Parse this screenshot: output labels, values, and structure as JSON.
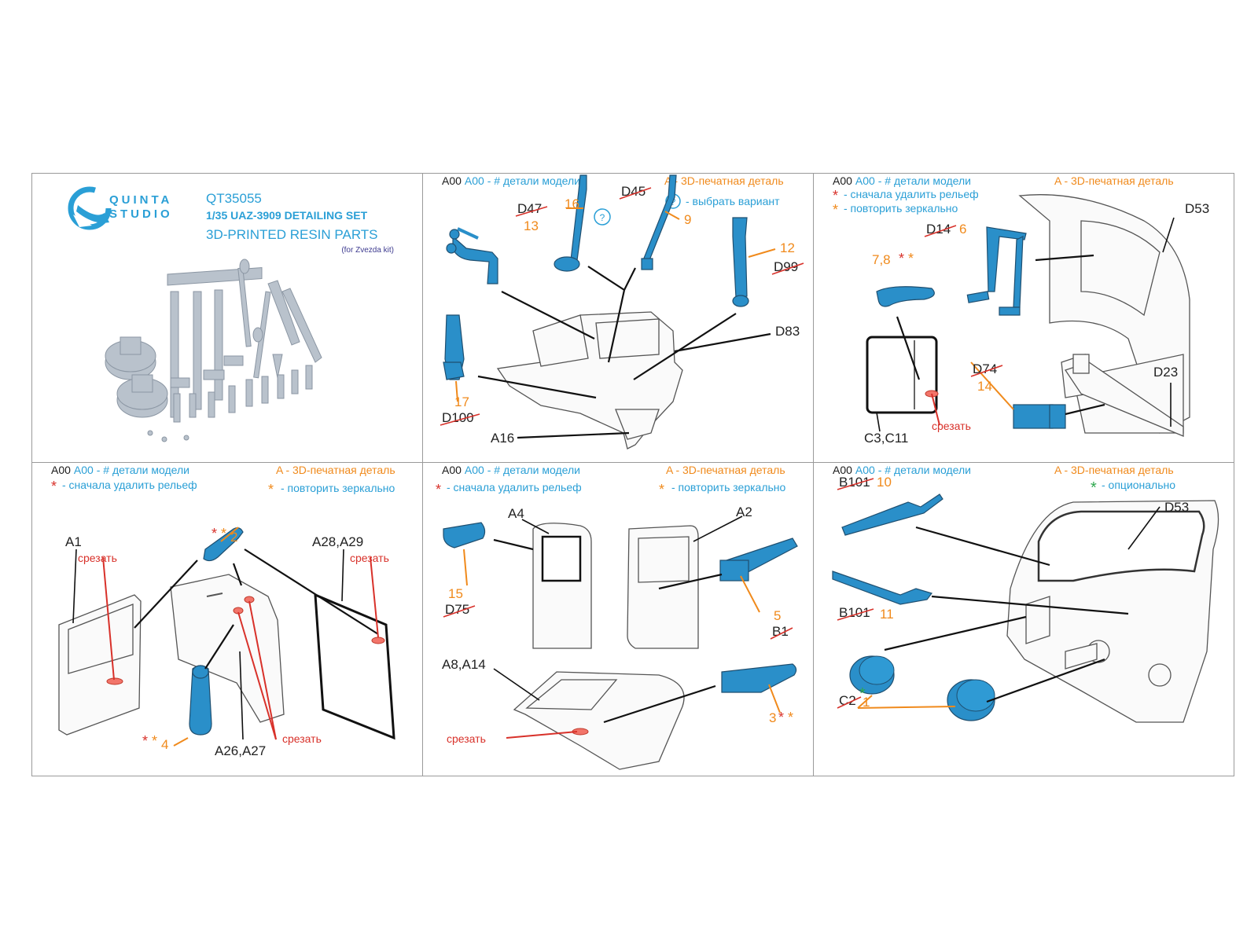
{
  "brand": {
    "line1": "QUINTA",
    "line2": "STUDIO"
  },
  "product": {
    "code": "QT35055",
    "title": "1/35 UAZ-3909 DETAILING SET",
    "subtitle": "3D-PRINTED RESIN PARTS",
    "note": "(for Zvezda kit)"
  },
  "legend": {
    "model_parts": "A00 - # детали модели",
    "printed_part": "A - 3D-печатная деталь",
    "choose_variant": "- выбрать вариант",
    "question_mark": "?",
    "remove_relief": "- сначала удалить рельеф",
    "mirror_repeat": "- повторить зеркально",
    "optional": "- опционально",
    "star": "*"
  },
  "panel2": {
    "labels": {
      "d47": "D47",
      "p13": "13",
      "d45": "D45",
      "p16": "16",
      "p9": "9",
      "p12": "12",
      "d99": "D99",
      "d83": "D83",
      "p17": "17",
      "d100": "D100",
      "a16": "A16"
    }
  },
  "panel3": {
    "labels": {
      "d53": "D53",
      "d14": "D14",
      "p6": "6",
      "p78": "7,8",
      "d74": "D74",
      "p14": "14",
      "d23": "D23",
      "c3c11": "C3,C11",
      "cut": "срезать"
    }
  },
  "panel4": {
    "labels": {
      "p2": "2",
      "a1": "A1",
      "cut1": "срезать",
      "a28a29": "A28,A29",
      "cut2": "срезать",
      "p4": "4",
      "a26a27": "A26,A27",
      "cut3": "срезать"
    }
  },
  "panel5": {
    "labels": {
      "a4": "A4",
      "a2": "A2",
      "p15": "15",
      "d75": "D75",
      "p5": "5",
      "b1": "B1",
      "a8a14": "A8,A14",
      "p3": "3",
      "cut": "срезать"
    }
  },
  "panel6": {
    "labels": {
      "b101a": "B101",
      "p10": "10",
      "d53": "D53",
      "b101b": "B101",
      "p11": "11",
      "c2": "C2",
      "p1": "1"
    }
  },
  "colors": {
    "orange": "#f08a1c",
    "blue": "#2a9fd6",
    "red": "#d8312a",
    "green": "#2fa84f",
    "part": "#2a8fc9"
  }
}
